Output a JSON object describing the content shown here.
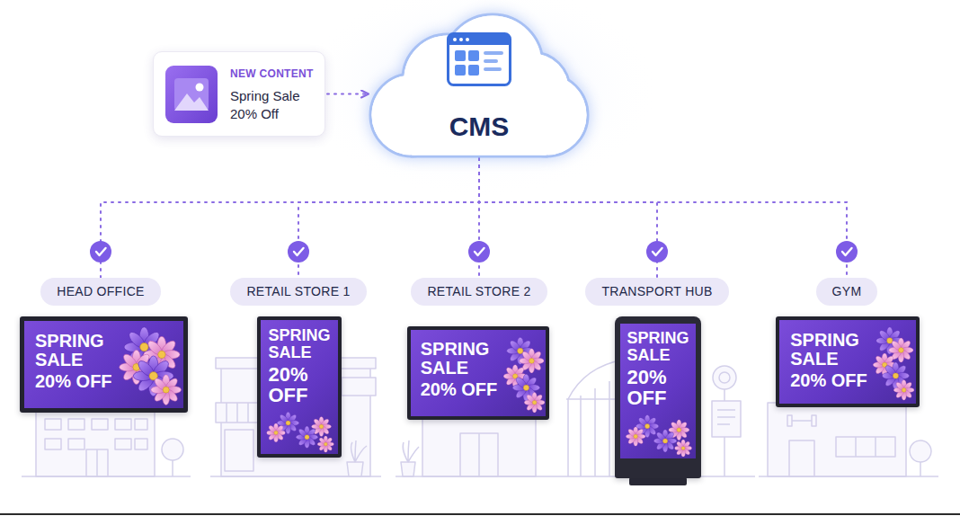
{
  "diagram": {
    "nodes": [
      {
        "text": [
          "NEW CONTENT",
          "Spring Sale 20% Off"
        ]
      },
      {
        "text": [
          "CMS"
        ]
      },
      {
        "text": [
          "HEAD OFFICE"
        ]
      },
      {
        "text": [
          "SPRING SALE",
          "20% OFF"
        ]
      },
      {
        "text": [
          "RETAIL STORE 1"
        ]
      },
      {
        "text": [
          "SPRING SALE",
          "20% OFF"
        ]
      },
      {
        "text": [
          "RETAIL STORE 2"
        ]
      },
      {
        "text": [
          "SPRING SALE",
          "20% OFF"
        ]
      },
      {
        "text": [
          "TRANSPORT HUB"
        ]
      },
      {
        "text": [
          "SPRING SALE",
          "20% OFF"
        ]
      },
      {
        "text": [
          "GYM"
        ]
      },
      {
        "text": [
          "SPRING SALE",
          "20% OFF"
        ]
      }
    ],
    "edges": [
      {
        "from": 0,
        "to": 1,
        "arrow": "to"
      },
      {
        "from": 1,
        "to": 2,
        "arrow": "none"
      },
      {
        "from": 1,
        "to": 4,
        "arrow": "none"
      },
      {
        "from": 1,
        "to": 6,
        "arrow": "none"
      },
      {
        "from": 1,
        "to": 8,
        "arrow": "none"
      },
      {
        "from": 1,
        "to": 10,
        "arrow": "none"
      }
    ]
  }
}
